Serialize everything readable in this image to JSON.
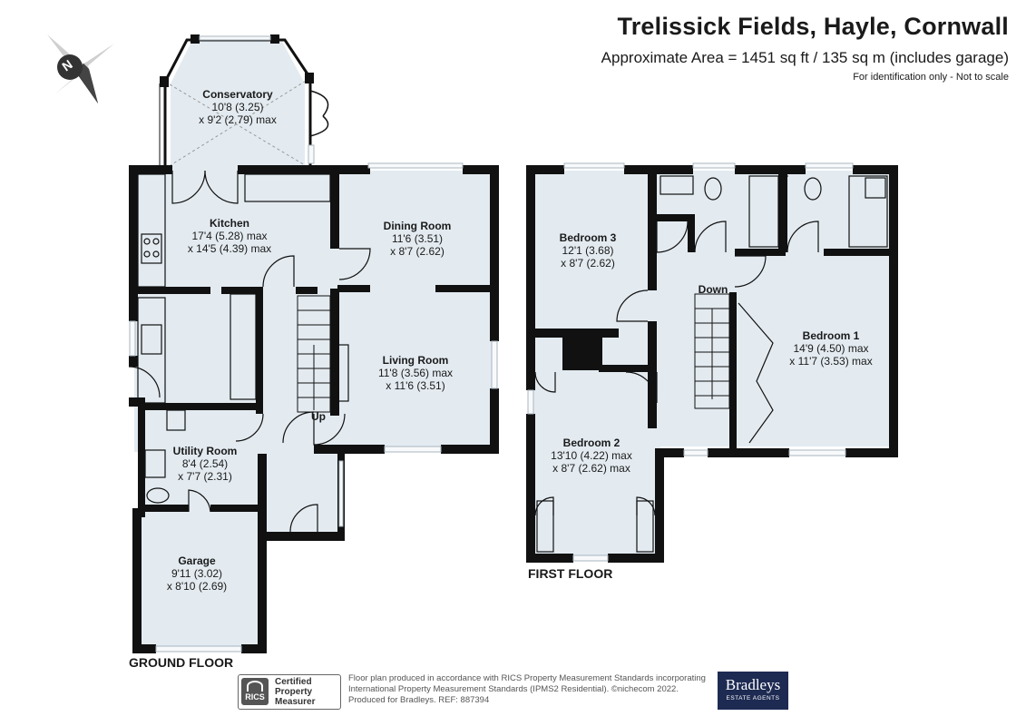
{
  "header": {
    "title": "Trelissick Fields, Hayle, Cornwall",
    "area": "Approximate Area = 1451 sq ft / 135 sq m (includes garage)",
    "note": "For identification only - Not to scale"
  },
  "compass": {
    "letter": "N"
  },
  "floors": {
    "ground": "GROUND FLOOR",
    "first": "FIRST FLOOR"
  },
  "rooms": {
    "conservatory": {
      "name": "Conservatory",
      "dim1": "10'8 (3.25)",
      "dim2": "x 9'2 (2.79) max"
    },
    "kitchen": {
      "name": "Kitchen",
      "dim1": "17'4 (5.28) max",
      "dim2": "x 14'5 (4.39) max"
    },
    "dining": {
      "name": "Dining Room",
      "dim1": "11'6 (3.51)",
      "dim2": "x 8'7 (2.62)"
    },
    "living": {
      "name": "Living Room",
      "dim1": "11'8 (3.56) max",
      "dim2": "x 11'6 (3.51)"
    },
    "utility": {
      "name": "Utility Room",
      "dim1": "8'4 (2.54)",
      "dim2": "x 7'7 (2.31)"
    },
    "garage": {
      "name": "Garage",
      "dim1": "9'11 (3.02)",
      "dim2": "x 8'10 (2.69)"
    },
    "bedroom3": {
      "name": "Bedroom 3",
      "dim1": "12'1 (3.68)",
      "dim2": "x 8'7 (2.62)"
    },
    "bedroom1": {
      "name": "Bedroom 1",
      "dim1": "14'9 (4.50) max",
      "dim2": "x 11'7 (3.53) max"
    },
    "bedroom2": {
      "name": "Bedroom 2",
      "dim1": "13'10 (4.22) max",
      "dim2": "x 8'7 (2.62) max"
    }
  },
  "stairs": {
    "up": "Up",
    "down": "Down"
  },
  "footer": {
    "rics_badge": "RICS",
    "rics_text": "Certified\nProperty\nMeasurer",
    "footnote": "Floor plan produced in accordance with RICS Property Measurement Standards incorporating\nInternational Property Measurement Standards (IPMS2 Residential).  ©nichecom 2022.\nProduced for Bradleys.   REF:  887394",
    "agent_name": "Bradleys",
    "agent_sub": "ESTATE AGENTS"
  },
  "colors": {
    "wall": "#111111",
    "floor_fill": "#e3ebf1",
    "window": "#c9d3da",
    "agent_bg": "#1d2a52"
  }
}
